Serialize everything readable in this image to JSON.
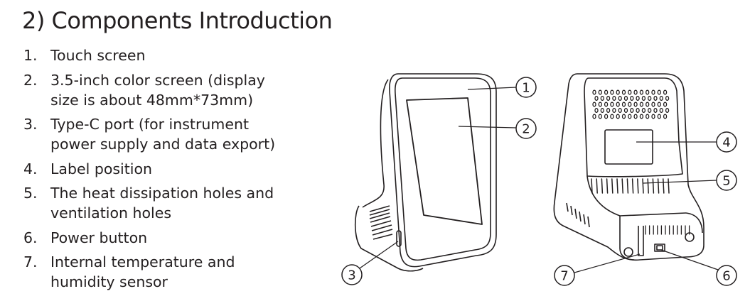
{
  "heading": "2) Components Introduction",
  "components": [
    {
      "num": "1.",
      "text": "Touch screen"
    },
    {
      "num": "2.",
      "text": "3.5-inch color screen (display size is about 48mm*73mm)"
    },
    {
      "num": "3.",
      "text": "Type-C port (for instrument power supply and data export)"
    },
    {
      "num": "4.",
      "text": "Label position"
    },
    {
      "num": "5.",
      "text": "The heat dissipation holes and ventilation holes"
    },
    {
      "num": "6.",
      "text": "Power button"
    },
    {
      "num": "7.",
      "text": "Internal temperature and humidity sensor"
    }
  ],
  "callouts": {
    "c1": "1",
    "c2": "2",
    "c3": "3",
    "c4": "4",
    "c5": "5",
    "c6": "6",
    "c7": "7"
  },
  "colors": {
    "text": "#231f20",
    "line": "#231f20",
    "background": "#ffffff"
  }
}
